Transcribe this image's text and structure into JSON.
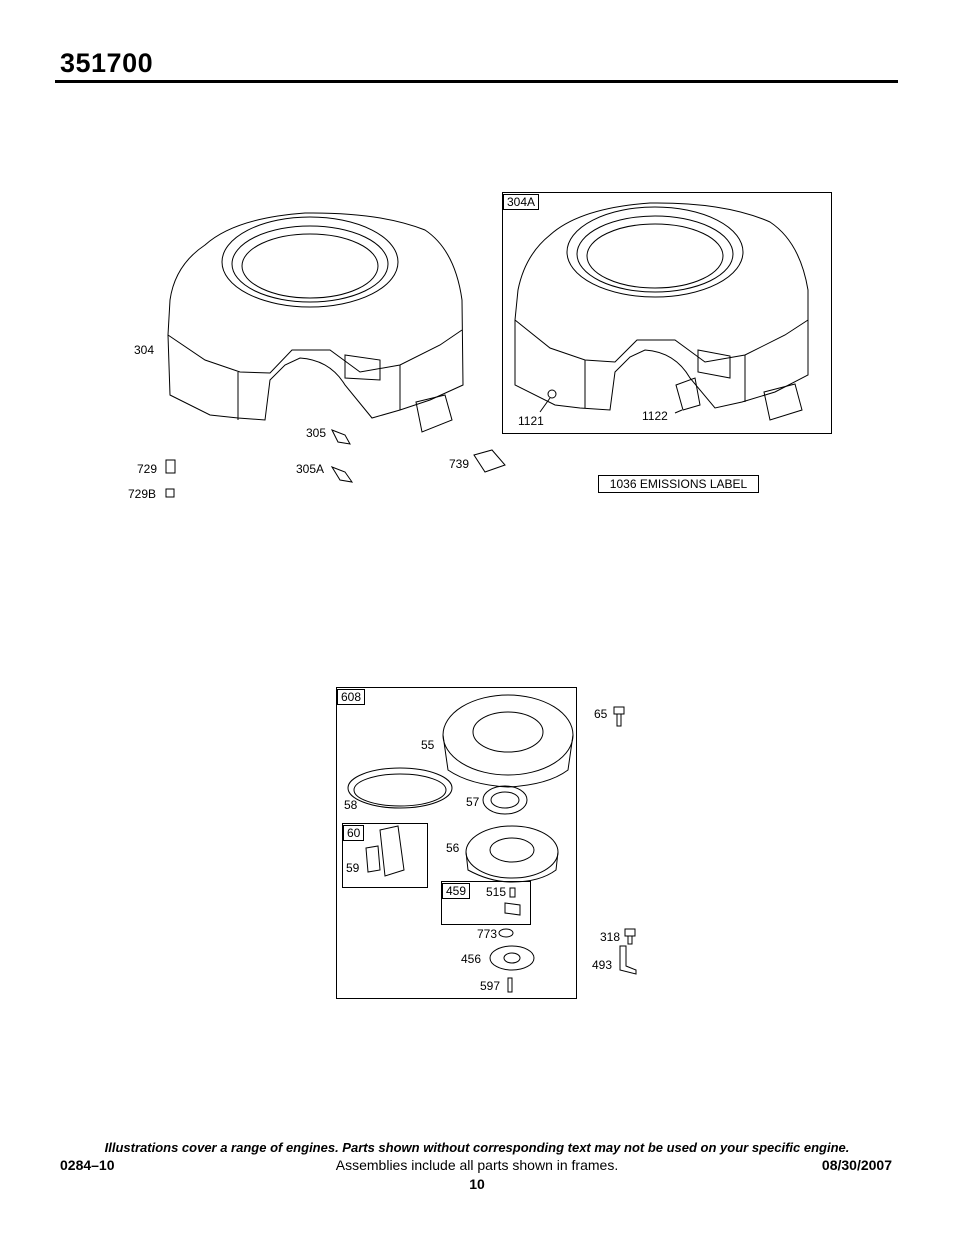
{
  "header": {
    "model_number": "351700"
  },
  "upper_section": {
    "labels": {
      "blower_housing": "304",
      "blower_housing_frame": "304A",
      "screw_305": "305",
      "screw_305a": "305A",
      "clip_729": "729",
      "clip_729b": "729B",
      "clip_739": "739",
      "part_1121": "1121",
      "part_1122": "1122"
    },
    "emissions_label": "1036 EMISSIONS LABEL"
  },
  "lower_section": {
    "labels": {
      "starter_frame": "608",
      "housing_55": "55",
      "spring_58": "58",
      "spring_57": "57",
      "pulley_56": "56",
      "handle_frame": "60",
      "handle_59": "59",
      "pawl_frame": "459",
      "spring_515": "515",
      "clip_773": "773",
      "retainer_456": "456",
      "screw_597": "597",
      "screw_65": "65",
      "screw_318": "318",
      "bracket_493": "493"
    }
  },
  "footer": {
    "note": "Illustrations cover a range of engines. Parts shown without corresponding text may not be used on your specific engine.",
    "doc_code": "0284–10",
    "assemblies_note": "Assemblies include all parts shown in frames.",
    "date": "08/30/2007",
    "page_number": "10"
  }
}
